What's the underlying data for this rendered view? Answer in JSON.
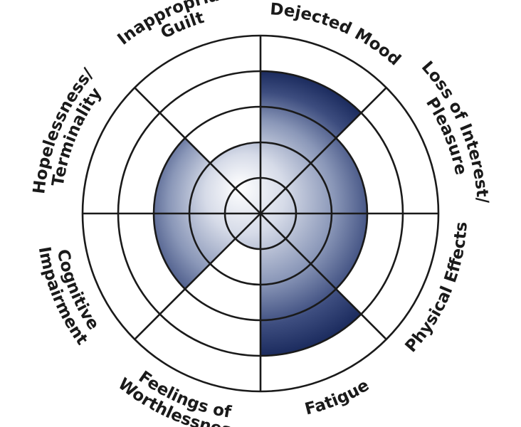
{
  "chart_data": {
    "type": "radial-segments",
    "levels": 5,
    "segments": [
      {
        "label_lines": [
          "Dejected Mood"
        ],
        "value": 4
      },
      {
        "label_lines": [
          "Loss of Interest/",
          "Pleasure"
        ],
        "value": 3
      },
      {
        "label_lines": [
          "Physical Effects"
        ],
        "value": 3
      },
      {
        "label_lines": [
          "Fatigue"
        ],
        "value": 4
      },
      {
        "label_lines": [
          "Feelings of",
          "Worthlessness"
        ],
        "value": 1
      },
      {
        "label_lines": [
          "Cognitive",
          "Impairment"
        ],
        "value": 3
      },
      {
        "label_lines": [
          "Hopelessness/",
          "Terminality"
        ],
        "value": 3
      },
      {
        "label_lines": [
          "Inappropriate",
          "Guilt"
        ],
        "value": 2
      }
    ],
    "colors": {
      "fill_light": "#ffffff",
      "fill_mid": "#9aa6c2",
      "fill_dark": "#1b2b5e",
      "lines": "#1a1a1a"
    }
  }
}
